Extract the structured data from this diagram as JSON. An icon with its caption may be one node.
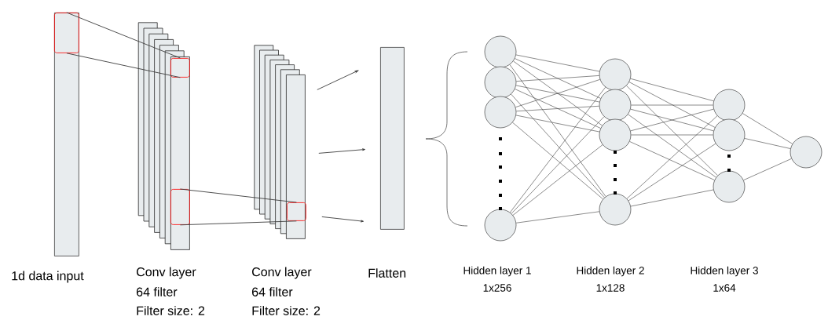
{
  "diagram": {
    "nodes": [
      {
        "text": [],
        "shape": "bar"
      },
      {
        "text": [],
        "shape": "box",
        "in": 0
      },
      {
        "text": [],
        "shape": "stack"
      },
      {
        "text": [],
        "shape": "box",
        "in": 2
      },
      {
        "text": [],
        "shape": "box",
        "in": 2
      },
      {
        "text": [],
        "shape": "stack"
      },
      {
        "text": [],
        "shape": "box",
        "in": 5
      },
      {
        "text": [],
        "shape": "bar"
      },
      {
        "text": [],
        "shape": "circle"
      },
      {
        "text": [],
        "shape": "circle"
      },
      {
        "text": [],
        "shape": "circle"
      },
      {
        "text": [],
        "shape": "circle"
      },
      {
        "text": [],
        "shape": "circle"
      },
      {
        "text": [],
        "shape": "circle"
      },
      {
        "text": [],
        "shape": "circle"
      },
      {
        "text": [],
        "shape": "circle"
      },
      {
        "text": [],
        "shape": "circle"
      },
      {
        "text": [],
        "shape": "circle"
      },
      {
        "text": [],
        "shape": "circle"
      },
      {
        "text": [],
        "shape": "circle"
      }
    ],
    "edges": [
      {
        "from": 1,
        "to": 3,
        "arrow": "none"
      },
      {
        "from": 1,
        "to": 3,
        "arrow": "none"
      },
      {
        "from": 4,
        "to": 6,
        "arrow": "none"
      },
      {
        "from": 4,
        "to": 6,
        "arrow": "none"
      },
      {
        "from": 5,
        "to": 7,
        "arrow": "to"
      },
      {
        "from": 5,
        "to": 7,
        "arrow": "to"
      },
      {
        "from": 5,
        "to": 7,
        "arrow": "to"
      },
      {
        "from": 8,
        "to": 12,
        "arrow": "none"
      },
      {
        "from": 8,
        "to": 13,
        "arrow": "none"
      },
      {
        "from": 8,
        "to": 14,
        "arrow": "none"
      },
      {
        "from": 8,
        "to": 15,
        "arrow": "none"
      },
      {
        "from": 9,
        "to": 12,
        "arrow": "none"
      },
      {
        "from": 9,
        "to": 13,
        "arrow": "none"
      },
      {
        "from": 9,
        "to": 14,
        "arrow": "none"
      },
      {
        "from": 9,
        "to": 15,
        "arrow": "none"
      },
      {
        "from": 10,
        "to": 12,
        "arrow": "none"
      },
      {
        "from": 10,
        "to": 13,
        "arrow": "none"
      },
      {
        "from": 10,
        "to": 14,
        "arrow": "none"
      },
      {
        "from": 10,
        "to": 15,
        "arrow": "none"
      },
      {
        "from": 11,
        "to": 12,
        "arrow": "none"
      },
      {
        "from": 11,
        "to": 13,
        "arrow": "none"
      },
      {
        "from": 11,
        "to": 14,
        "arrow": "none"
      },
      {
        "from": 11,
        "to": 15,
        "arrow": "none"
      },
      {
        "from": 12,
        "to": 16,
        "arrow": "none"
      },
      {
        "from": 12,
        "to": 17,
        "arrow": "none"
      },
      {
        "from": 12,
        "to": 18,
        "arrow": "none"
      },
      {
        "from": 13,
        "to": 16,
        "arrow": "none"
      },
      {
        "from": 13,
        "to": 17,
        "arrow": "none"
      },
      {
        "from": 13,
        "to": 18,
        "arrow": "none"
      },
      {
        "from": 14,
        "to": 16,
        "arrow": "none"
      },
      {
        "from": 14,
        "to": 17,
        "arrow": "none"
      },
      {
        "from": 14,
        "to": 18,
        "arrow": "none"
      },
      {
        "from": 15,
        "to": 16,
        "arrow": "none"
      },
      {
        "from": 15,
        "to": 17,
        "arrow": "none"
      },
      {
        "from": 15,
        "to": 18,
        "arrow": "none"
      },
      {
        "from": 16,
        "to": 19,
        "arrow": "none"
      },
      {
        "from": 17,
        "to": 19,
        "arrow": "none"
      },
      {
        "from": 18,
        "to": 19,
        "arrow": "none"
      }
    ],
    "labels": [
      "1d data input",
      "Conv layer",
      "64 filter",
      "Filter size: 2",
      "Conv layer",
      "64 filter",
      "Filter size: 2",
      "Flatten",
      "Hidden layer 1",
      "1x256",
      "Hidden layer 2",
      "1x128",
      "Hidden layer 3",
      "1x64"
    ]
  }
}
